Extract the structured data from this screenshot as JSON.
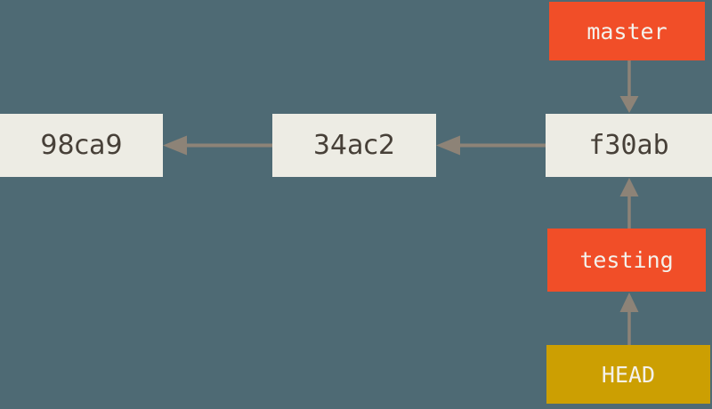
{
  "diagram": {
    "type": "git-commit-graph",
    "colors": {
      "background": "#4e6a74",
      "arrow": "#8d8377",
      "commit_box": "#edece4",
      "commit_text": "#474038",
      "branch_box": "#f14e28",
      "head_box": "#cc9f02",
      "label_text": "#f4f1eb"
    },
    "commits": [
      {
        "id": "98ca9"
      },
      {
        "id": "34ac2"
      },
      {
        "id": "f30ab"
      }
    ],
    "refs": [
      {
        "name": "master",
        "type": "branch",
        "points_to": "f30ab"
      },
      {
        "name": "testing",
        "type": "branch",
        "points_to": "f30ab"
      },
      {
        "name": "HEAD",
        "type": "head",
        "points_to": "testing"
      }
    ],
    "edges": [
      {
        "from": "f30ab",
        "to": "34ac2"
      },
      {
        "from": "34ac2",
        "to": "98ca9"
      },
      {
        "from": "master",
        "to": "f30ab"
      },
      {
        "from": "testing",
        "to": "f30ab"
      },
      {
        "from": "HEAD",
        "to": "testing"
      }
    ]
  }
}
